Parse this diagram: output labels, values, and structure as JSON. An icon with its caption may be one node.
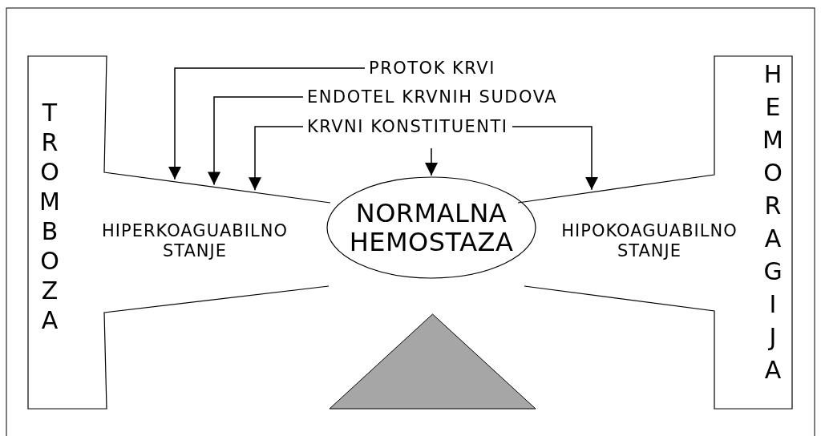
{
  "diagram": {
    "nodes": [
      {
        "text": [
          "PROTOK KRVI"
        ]
      },
      {
        "text": [
          "ENDOTEL KRVNIH SUDOVA"
        ]
      },
      {
        "text": [
          "KRVNI KONSTITUENTI"
        ]
      },
      {
        "text": [
          "TROMBOZA",
          "HIPERKOAGUABILNO STANJE"
        ]
      },
      {
        "text": [
          "NORMALNA HEMOSTAZA"
        ]
      },
      {
        "text": [
          "HIPOKOAGUABILNO STANJE",
          "HEMORAGIJA"
        ]
      },
      {
        "text": [],
        "shape": "triangle"
      }
    ],
    "edges": [
      {
        "from": 0,
        "to": 3,
        "arrow": "to"
      },
      {
        "from": 1,
        "to": 3,
        "arrow": "to"
      },
      {
        "from": 2,
        "to": 3,
        "arrow": "to"
      },
      {
        "from": 2,
        "to": 4,
        "arrow": "to"
      },
      {
        "from": 2,
        "to": 5,
        "arrow": "to"
      }
    ]
  }
}
